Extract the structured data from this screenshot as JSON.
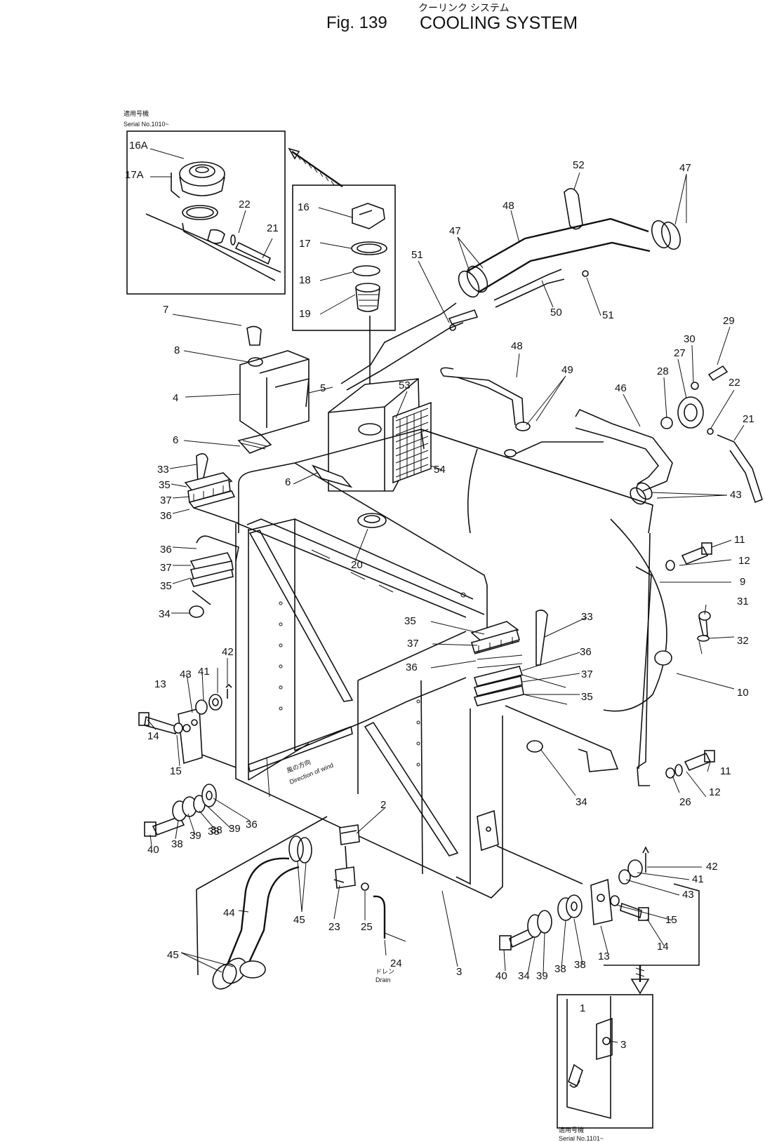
{
  "header": {
    "kana": "クーリンク システム",
    "fig": "Fig. 139",
    "title": "COOLING SYSTEM"
  },
  "insets": {
    "top_left_serial_jp": "適用号機",
    "top_left_serial": "Serial No.1010~",
    "bottom_right_serial_jp": "適用号機",
    "bottom_right_serial": "Serial No.1101~"
  },
  "annotations": {
    "wind_jp": "風の方向",
    "wind_en": "Direction of wind",
    "drain_jp": "ドレン",
    "drain_en": "Drain"
  },
  "parts": [
    {
      "n": "16A"
    },
    {
      "n": "17A"
    },
    {
      "n": "22"
    },
    {
      "n": "21"
    },
    {
      "n": "16"
    },
    {
      "n": "17"
    },
    {
      "n": "18"
    },
    {
      "n": "19"
    },
    {
      "n": "52"
    },
    {
      "n": "47"
    },
    {
      "n": "48"
    },
    {
      "n": "47"
    },
    {
      "n": "51"
    },
    {
      "n": "50"
    },
    {
      "n": "51"
    },
    {
      "n": "29"
    },
    {
      "n": "30"
    },
    {
      "n": "27"
    },
    {
      "n": "28"
    },
    {
      "n": "46"
    },
    {
      "n": "22"
    },
    {
      "n": "21"
    },
    {
      "n": "48"
    },
    {
      "n": "49"
    },
    {
      "n": "53"
    },
    {
      "n": "54"
    },
    {
      "n": "7"
    },
    {
      "n": "8"
    },
    {
      "n": "4"
    },
    {
      "n": "5"
    },
    {
      "n": "6"
    },
    {
      "n": "6"
    },
    {
      "n": "33"
    },
    {
      "n": "35"
    },
    {
      "n": "37"
    },
    {
      "n": "36"
    },
    {
      "n": "36"
    },
    {
      "n": "37"
    },
    {
      "n": "35"
    },
    {
      "n": "34"
    },
    {
      "n": "20"
    },
    {
      "n": "43"
    },
    {
      "n": "11"
    },
    {
      "n": "12"
    },
    {
      "n": "9"
    },
    {
      "n": "31"
    },
    {
      "n": "32"
    },
    {
      "n": "10"
    },
    {
      "n": "35"
    },
    {
      "n": "37"
    },
    {
      "n": "36"
    },
    {
      "n": "33"
    },
    {
      "n": "36"
    },
    {
      "n": "37"
    },
    {
      "n": "35"
    },
    {
      "n": "42"
    },
    {
      "n": "43"
    },
    {
      "n": "41"
    },
    {
      "n": "13"
    },
    {
      "n": "14"
    },
    {
      "n": "15"
    },
    {
      "n": "34"
    },
    {
      "n": "11"
    },
    {
      "n": "12"
    },
    {
      "n": "26"
    },
    {
      "n": "36"
    },
    {
      "n": "39"
    },
    {
      "n": "38"
    },
    {
      "n": "40"
    },
    {
      "n": "38"
    },
    {
      "n": "39"
    },
    {
      "n": "38"
    },
    {
      "n": "2"
    },
    {
      "n": "44"
    },
    {
      "n": "45"
    },
    {
      "n": "23"
    },
    {
      "n": "25"
    },
    {
      "n": "24"
    },
    {
      "n": "45"
    },
    {
      "n": "3"
    },
    {
      "n": "42"
    },
    {
      "n": "41"
    },
    {
      "n": "43"
    },
    {
      "n": "15"
    },
    {
      "n": "14"
    },
    {
      "n": "13"
    },
    {
      "n": "40"
    },
    {
      "n": "34"
    },
    {
      "n": "39"
    },
    {
      "n": "38"
    },
    {
      "n": "38"
    },
    {
      "n": "1"
    },
    {
      "n": "3"
    }
  ]
}
